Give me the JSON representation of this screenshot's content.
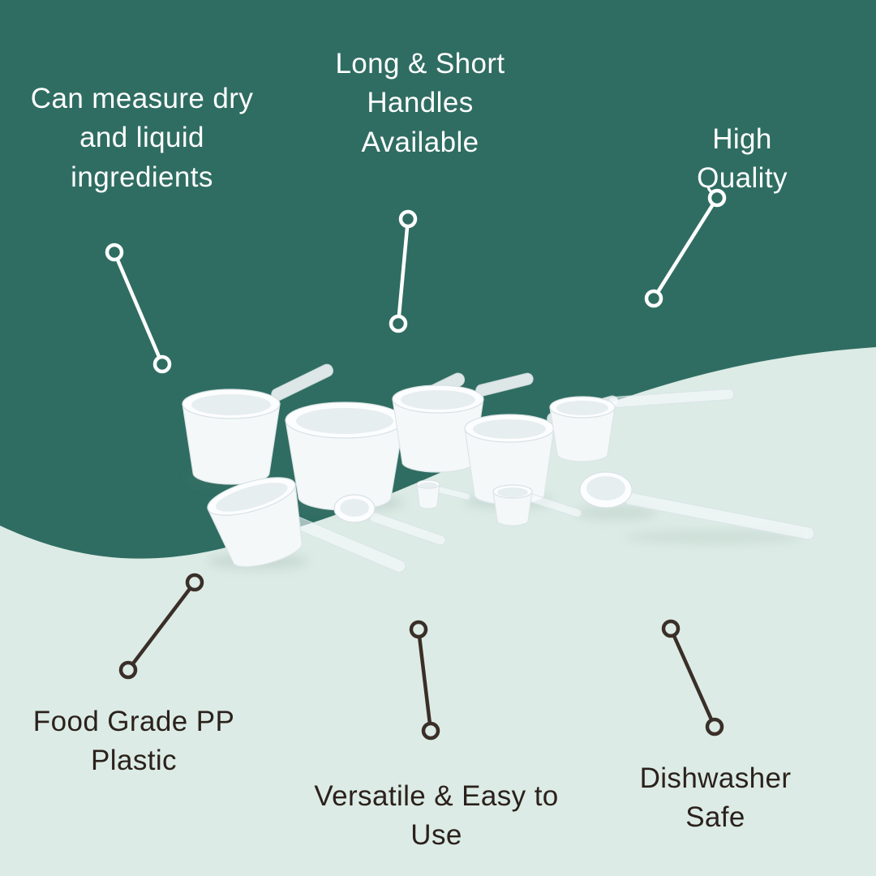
{
  "colors": {
    "background_top": "#2f6d62",
    "background_bottom": "#dcebe5",
    "text_light": "#ffffff",
    "text_dark": "#2b211c",
    "connector_light": "#ffffff",
    "connector_dark": "#3a2f28"
  },
  "callouts": {
    "measure": {
      "label": "Can measure dry\nand liquid\ningredients"
    },
    "handles": {
      "label": "Long & Short\nHandles\nAvailable"
    },
    "quality": {
      "label": "High Quality"
    },
    "food_grade": {
      "label": "Food Grade PP\nPlastic"
    },
    "versatile": {
      "label": "Versatile & Easy to\nUse"
    },
    "dishwasher": {
      "label": "Dishwasher Safe"
    }
  },
  "product": {
    "name": "white-plastic-measuring-scoops"
  }
}
